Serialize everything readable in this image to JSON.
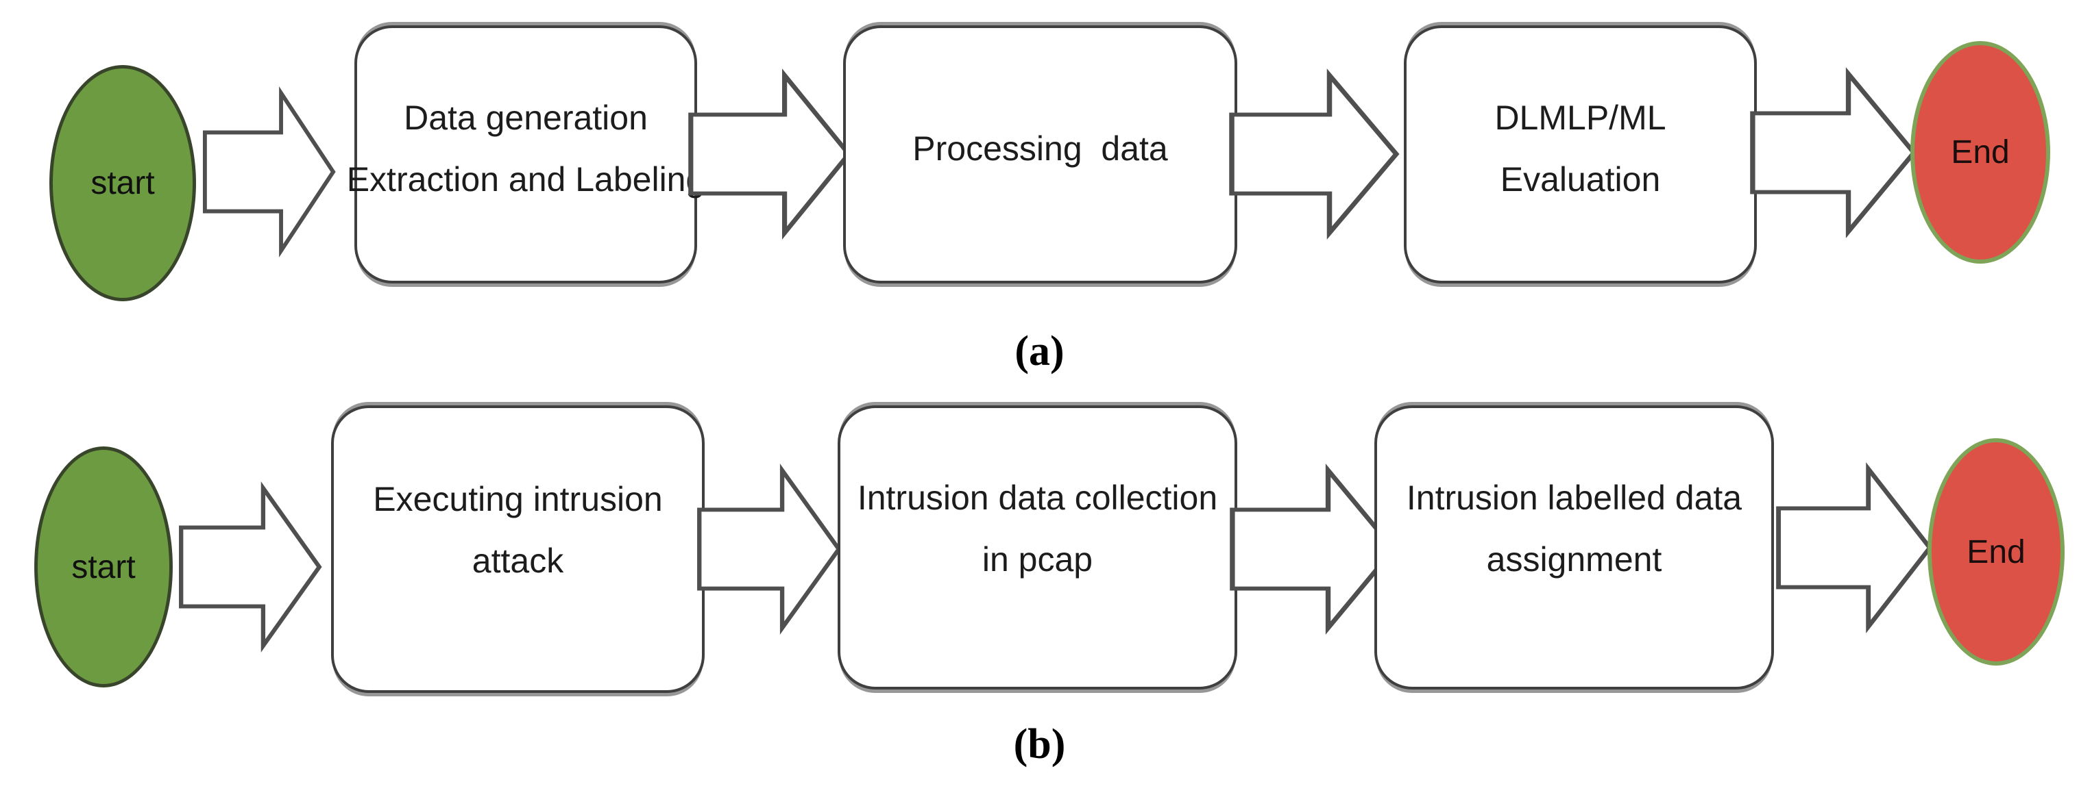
{
  "figure": {
    "colors": {
      "start_fill": "#6d9b41",
      "start_border": "#38452a",
      "end_fill": "#dd5246",
      "end_border": "#7da457",
      "box_border": "#3f3f3f",
      "arrow_border": "#4f4f4f"
    },
    "rows": [
      {
        "caption": "(a)",
        "start_label": "start",
        "end_label": "End",
        "boxes": [
          {
            "line1": "Data generation",
            "line2": "Extraction and Labeling"
          },
          {
            "line1": "Processing  data",
            "line2": ""
          },
          {
            "line1": "DLMLP/ML",
            "line2": "Evaluation"
          }
        ]
      },
      {
        "caption": "(b)",
        "start_label": "start",
        "end_label": "End",
        "boxes": [
          {
            "line1": "Executing intrusion",
            "line2": "attack"
          },
          {
            "line1": "Intrusion data collection",
            "line2": "in pcap"
          },
          {
            "line1": "Intrusion labelled data",
            "line2": "assignment"
          }
        ]
      }
    ]
  }
}
